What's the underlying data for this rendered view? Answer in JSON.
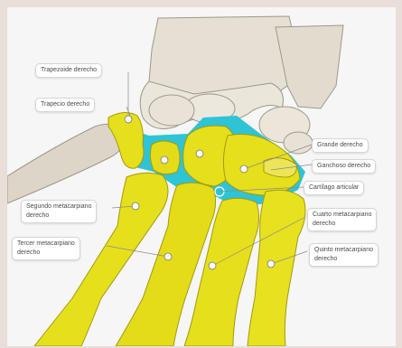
{
  "labels": {
    "trapezoide": "Trapezoide derecho",
    "trapecio": "Trapecio derecho",
    "grande": "Grande derecho",
    "ganchoso": "Ganchoso derecho",
    "cartilago": "Cartílago articular",
    "segundo_line1": "Segundo metacarpiano",
    "segundo_line2": "derecho",
    "tercer_line1": "Tercer metacarpiano",
    "tercer_line2": "derecho",
    "cuarto_line1": "Cuarto metacarpiano",
    "cuarto_line2": "derecho",
    "quinto_line1": "Quinto metacarpiano",
    "quinto_line2": "derecho"
  },
  "colors": {
    "bone_highlight": "#e6df1c",
    "bone_outline": "#a29a0c",
    "cartilage": "#2ec4d6",
    "bone_plain": "#e8e2d6"
  }
}
